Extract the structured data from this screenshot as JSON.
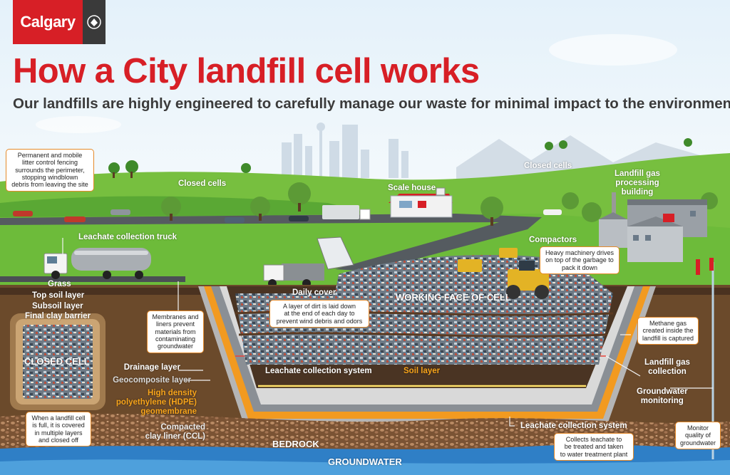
{
  "brand": {
    "logo_text": "Calgary"
  },
  "header": {
    "title": "How a City landfill cell works",
    "subtitle": "Our landfills are highly engineered to carefully manage our waste for minimal impact to the environment."
  },
  "labels": {
    "closed_cells_left": "Closed cells",
    "closed_cells_right": "Closed cells",
    "scale_house": "Scale house",
    "landfill_gas_building": "Landfill gas\nprocessing\nbuilding",
    "leachate_truck": "Leachate collection truck",
    "compactors": "Compactors",
    "grass": "Grass",
    "top_soil": "Top soil layer",
    "subsoil": "Subsoil layer",
    "final_clay": "Final clay barrier",
    "closed_cell": "CLOSED CELL",
    "daily_cover": "Daily cover",
    "working_face": "WORKING FACE OF CELL",
    "drainage_layer": "Drainage layer",
    "geocomposite_layer": "Geocomposite layer",
    "hdpe": "High density\npolyethylene (HDPE)\ngeomembrane",
    "ccl": "Compacted\nclay liner (CCL)",
    "leachate_system_inner": "Leachate collection system",
    "soil_layer": "Soil layer",
    "landfill_gas_collection": "Landfill gas\ncollection",
    "groundwater_monitoring": "Groundwater\nmonitoring",
    "leachate_system_outer": "Leachate collection system",
    "bedrock": "BEDROCK",
    "groundwater": "GROUNDWATER"
  },
  "notes": {
    "fencing": "Permanent and mobile\nlitter control fencing\nsurrounds the perimeter,\nstopping windblown\ndebris from leaving the site",
    "compactors": "Heavy machinery drives\non top of the garbage to\npack it down",
    "daily_cover": "A layer of dirt is laid down\nat the end of each day to\nprevent wind debris and odors",
    "membranes": "Membranes and\nliners prevent\nmaterials from\ncontaminating\ngroundwater",
    "methane": "Methane gas\ncreated inside the\nlandfill is captured",
    "closed_cell": "When a landfill cell\nis full, it is covered\nin multiple layers\nand closed off",
    "leachate": "Collects leachate to\nbe treated and taken\nto water treatment plant",
    "monitor": "Monitor\nquality of\ngroundwater"
  },
  "colors": {
    "brand_red": "#d71f26",
    "grass": "#5fae3a",
    "soil": "#6b4a2b",
    "hdpe_orange": "#f29a20",
    "groundwater": "#2f7fc6",
    "note_border": "#e58a2a"
  }
}
